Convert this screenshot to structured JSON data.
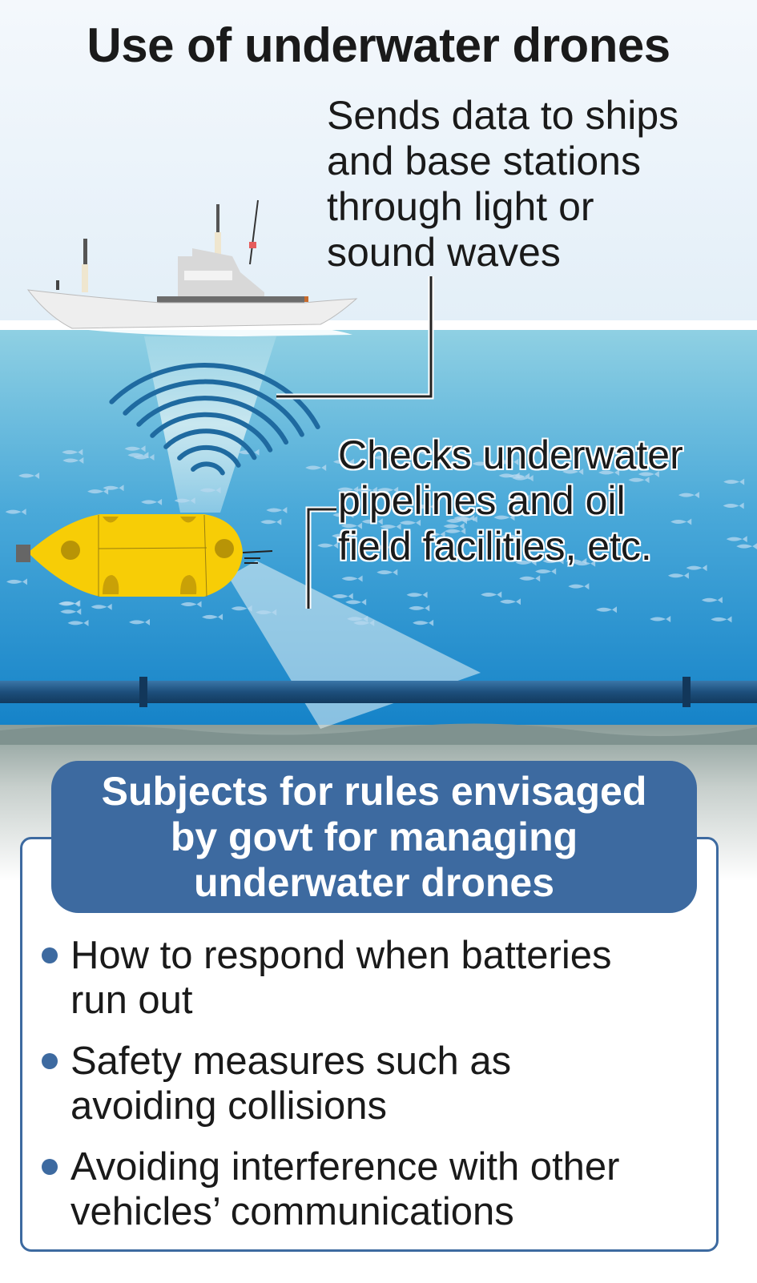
{
  "title": "Use of underwater drones",
  "captions": {
    "communication": [
      "Sends data to ships",
      "and base stations",
      "through light or",
      "sound waves"
    ],
    "inspection": [
      "Checks underwater",
      "pipelines and oil",
      "field facilities, etc."
    ]
  },
  "panel": {
    "heading": [
      "Subjects for rules envisaged",
      "by govt for managing",
      "underwater drones"
    ],
    "bullets": [
      [
        "How to respond when batteries",
        "run out"
      ],
      [
        "Safety measures such as",
        "avoiding collisions"
      ],
      [
        "Avoiding interference with other",
        "vehicles’ communications"
      ]
    ]
  },
  "colors": {
    "accent": "#3d6aa0",
    "drone": "#f7cd06",
    "water_top": "#8fd0e3",
    "water_deep": "#1687cc",
    "pipeline": "#1d4f7c"
  }
}
